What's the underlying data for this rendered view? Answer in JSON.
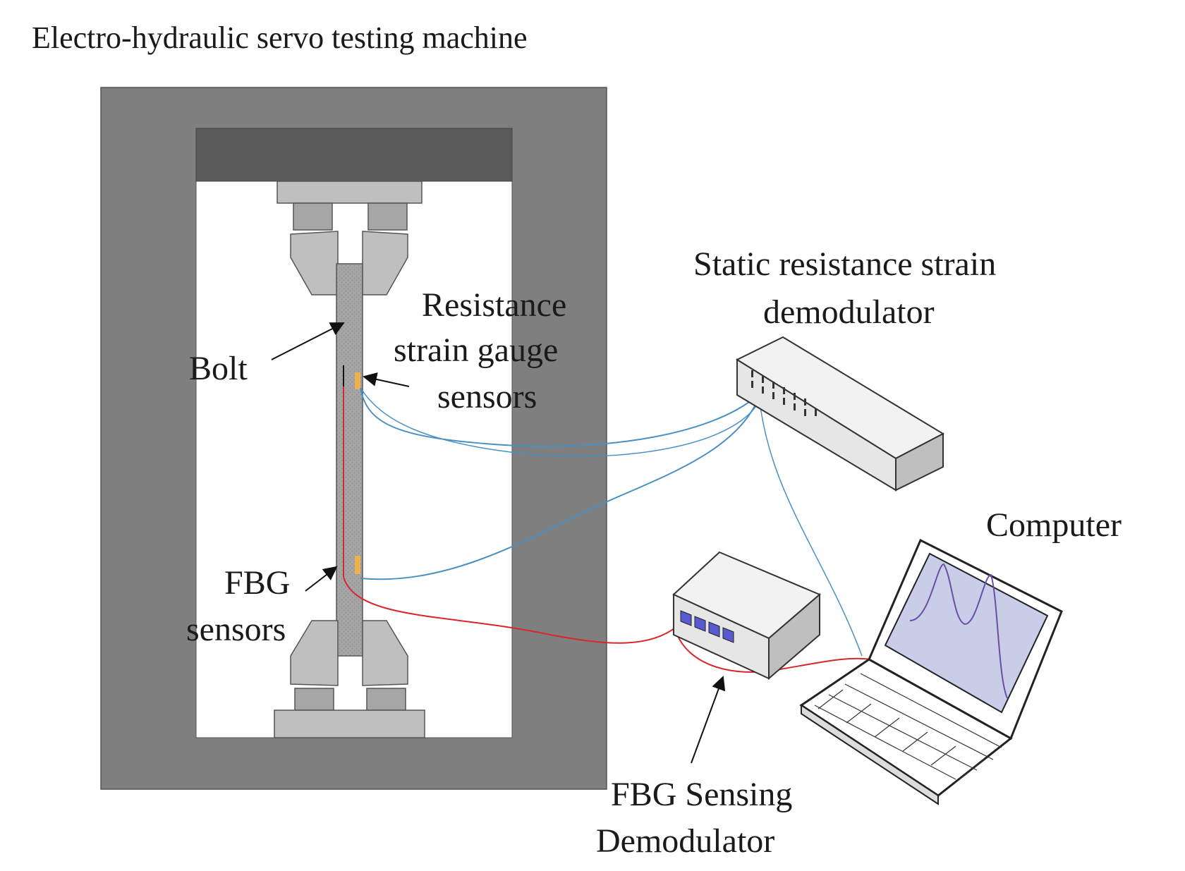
{
  "title": "Electro-hydraulic servo testing machine",
  "labels": {
    "static_demod_line1": "Static resistance strain",
    "static_demod_line2": "demodulator",
    "resistance_line1": "Resistance",
    "resistance_line2": "strain gauge",
    "resistance_line3": "sensors",
    "bolt": "Bolt",
    "fbg_line1": "FBG",
    "fbg_line2": "sensors",
    "computer": "Computer",
    "fbg_demod_line1": "FBG Sensing",
    "fbg_demod_line2": "Demodulator"
  },
  "colors": {
    "frame": "#7f7f7f",
    "crosshead": "#595959",
    "grip": "#bfbfbf",
    "bolt": "#a6a6a6",
    "strain_cable": "#4a90c2",
    "fiber_cable": "#d9262c",
    "sensor_pad": "#f0b050",
    "screen": "#c8cde8",
    "keypad": "#5a5ad0"
  }
}
